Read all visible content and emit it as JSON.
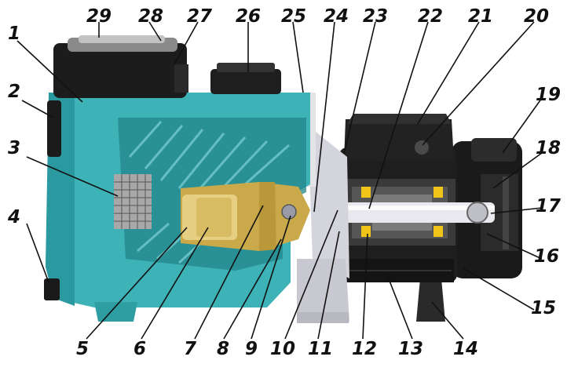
{
  "labels": [
    "1",
    "2",
    "3",
    "4",
    "5",
    "6",
    "7",
    "8",
    "9",
    "10",
    "11",
    "12",
    "13",
    "14",
    "15",
    "16",
    "17",
    "18",
    "19",
    "20",
    "21",
    "22",
    "23",
    "24",
    "25",
    "26",
    "27",
    "28",
    "29"
  ],
  "colors": {
    "housing": "#3db3b8",
    "housing_dark": "#23858a",
    "impeller": "#c9a94a",
    "impeller_light": "#e6cf83",
    "motor_body": "#1d1d1d",
    "motor_mid": "#3a3a3a",
    "shaft": "#e8e8ee",
    "bracket": "#c8c8d0",
    "winding": "#f0c419",
    "label": "#111111"
  }
}
